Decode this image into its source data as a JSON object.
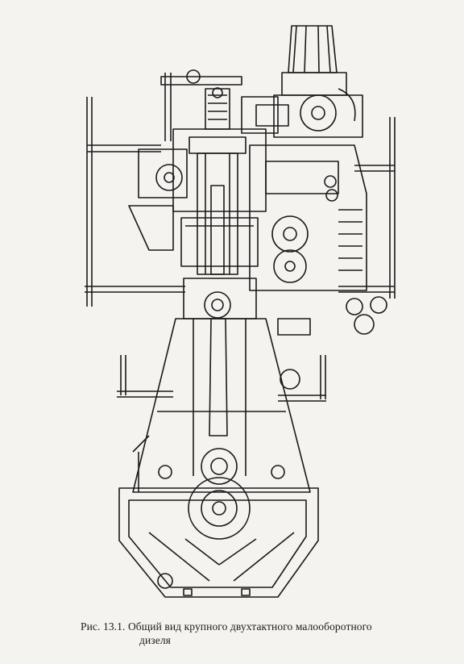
{
  "figure": {
    "icon": "engine-cross-section-drawing",
    "ink_color": "#1a1a1a",
    "paper_color": "#f4f3ef"
  },
  "caption": {
    "line1": "Рис. 13.1. Общий вид крупного двухтактного малооборотного",
    "line2": "дизеля"
  }
}
